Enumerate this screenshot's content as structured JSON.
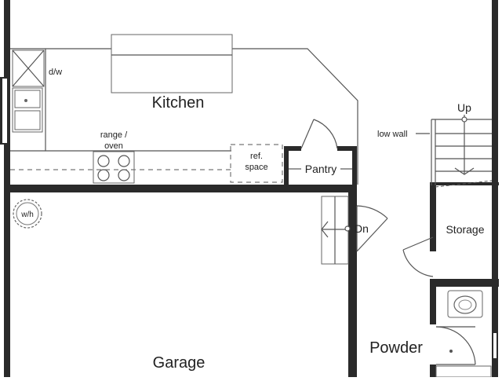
{
  "rooms": {
    "kitchen": "Kitchen",
    "garage": "Garage",
    "pantry": "Pantry",
    "storage": "Storage",
    "powder": "Powder"
  },
  "fixtures": {
    "dishwasher": "d/w",
    "range_line1": "range /",
    "range_line2": "oven",
    "ref_line1": "ref.",
    "ref_line2": "space",
    "water_heater": "w/h",
    "low_wall": "low wall"
  },
  "stairs": {
    "up": "Up",
    "down": "Dn"
  },
  "colors": {
    "wall": "#2a2a2a",
    "line": "#555555",
    "background": "#ffffff"
  }
}
